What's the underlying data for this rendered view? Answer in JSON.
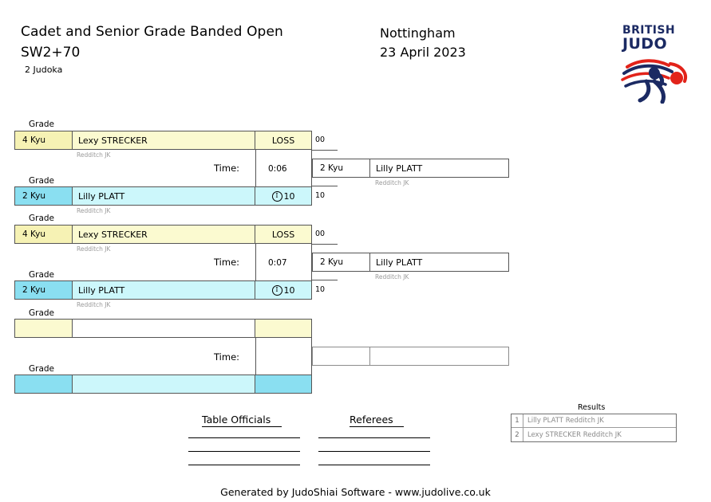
{
  "header": {
    "title": "Cadet and Senior Grade Banded Open",
    "category": "SW2+70",
    "judoka_count": "2 Judoka",
    "venue": "Nottingham",
    "date": "23 April 2023",
    "logo": {
      "line1": "BRITISH",
      "line2": "JUDO",
      "navy": "#1b2a63",
      "red": "#e2231a"
    }
  },
  "labels": {
    "grade": "Grade",
    "time": "Time:",
    "results_title": "Results",
    "table_officials": "Table Officials",
    "referees": "Referees"
  },
  "matches": [
    {
      "top": {
        "grade": "4 Kyu",
        "name": "Lexy STRECKER",
        "club": "Redditch JK",
        "score": "LOSS",
        "points": "00",
        "ippon": false
      },
      "bottom": {
        "grade": "2 Kyu",
        "name": "Lilly PLATT",
        "club": "Redditch JK",
        "score": "10",
        "points": "10",
        "ippon": true,
        "ippon_mark": "I"
      },
      "time": "0:06",
      "winner": {
        "grade": "2 Kyu",
        "name": "Lilly PLATT",
        "club": "Redditch JK"
      }
    },
    {
      "top": {
        "grade": "4 Kyu",
        "name": "Lexy STRECKER",
        "club": "Redditch JK",
        "score": "LOSS",
        "points": "00",
        "ippon": false
      },
      "bottom": {
        "grade": "2 Kyu",
        "name": "Lilly PLATT",
        "club": "Redditch JK",
        "score": "10",
        "points": "10",
        "ippon": true,
        "ippon_mark": "I"
      },
      "time": "0:07",
      "winner": {
        "grade": "2 Kyu",
        "name": "Lilly PLATT",
        "club": "Redditch JK"
      }
    },
    {
      "top": {
        "grade": "",
        "name": "",
        "club": "",
        "score": "",
        "points": "",
        "ippon": false
      },
      "bottom": {
        "grade": "",
        "name": "",
        "club": "",
        "score": "",
        "points": "",
        "ippon": false
      },
      "time": "",
      "winner": {
        "grade": "",
        "name": "",
        "club": ""
      }
    }
  ],
  "results": [
    {
      "rank": "1",
      "text": "Lilly PLATT Redditch JK"
    },
    {
      "rank": "2",
      "text": "Lexy STRECKER Redditch JK"
    }
  ],
  "footer": {
    "text": "Generated by JudoShiai Software - www.judolive.co.uk"
  }
}
